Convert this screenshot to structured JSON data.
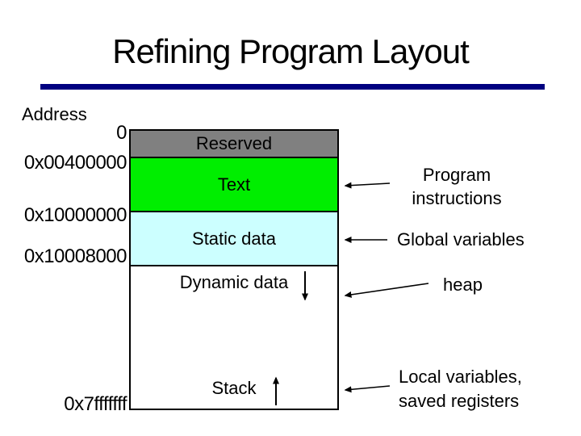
{
  "slide": {
    "title": "Refining Program Layout"
  },
  "colors": {
    "title_rule": "#000080",
    "reserved_fill": "#808080",
    "text_fill": "#00ee00",
    "static_fill": "#ccffff",
    "open_fill": "#ffffff"
  },
  "address_column": {
    "heading": "Address",
    "values": [
      "0",
      "0x00400000",
      "0x10000000",
      "0x10008000",
      "0x7fffffff"
    ]
  },
  "memory_map": {
    "regions": [
      {
        "label": "Reserved"
      },
      {
        "label": "Text"
      },
      {
        "label": "Static data"
      },
      {
        "label": "Dynamic data",
        "growth": "down"
      },
      {
        "label": "Stack",
        "growth": "up"
      }
    ]
  },
  "annotations": {
    "program": {
      "line1": "Program",
      "line2": "instructions"
    },
    "global": {
      "label": "Global variables"
    },
    "heap": {
      "label": "heap"
    },
    "local": {
      "line1": "Local variables,",
      "line2": "saved registers"
    }
  }
}
